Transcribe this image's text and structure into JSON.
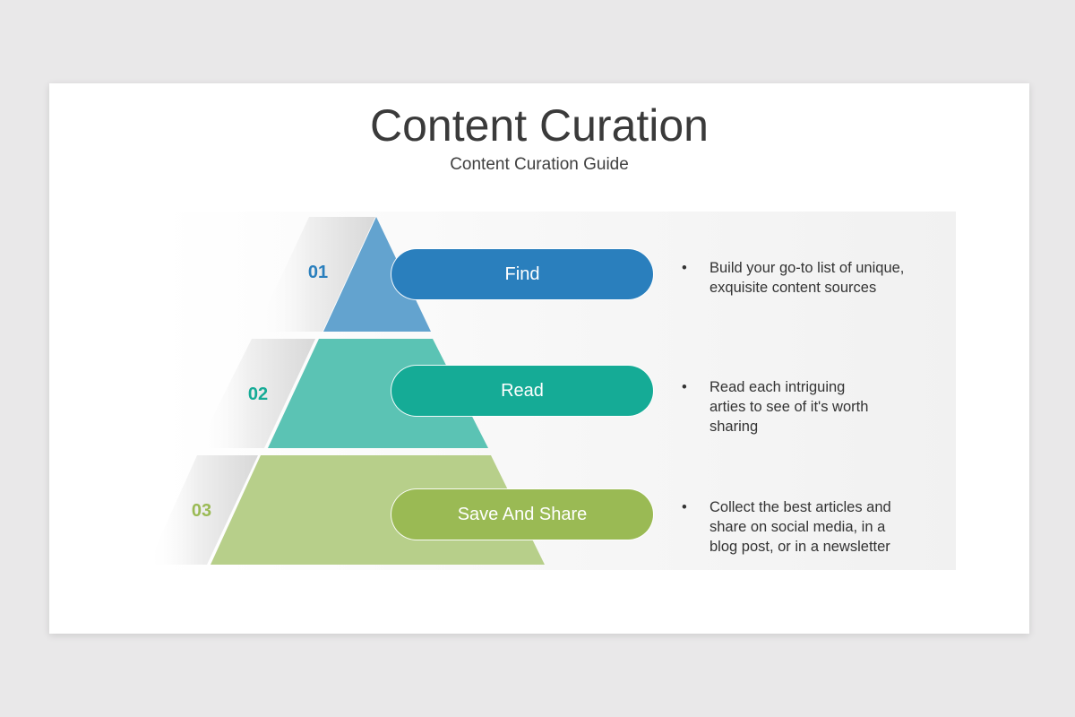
{
  "title": "Content Curation",
  "subtitle": "Content Curation Guide",
  "bullet_symbol": "•",
  "colors": {
    "tier1": "#2a7fbd",
    "tier1_light": "#63a3cf",
    "tier2": "#15ab96",
    "tier2_light": "#5bc3b4",
    "tier3": "#9aba54",
    "tier3_light": "#b7cf8a"
  },
  "tiers": [
    {
      "number": "01",
      "label": "Find",
      "description": "Build your go-to list of unique,\nexquisite content sources"
    },
    {
      "number": "02",
      "label": "Read",
      "description": "Read each intriguing\narties to see of it's worth\nsharing"
    },
    {
      "number": "03",
      "label": "Save And Share",
      "description": "Collect the best articles and\nshare on social media, in a\nblog post, or in a newsletter"
    }
  ]
}
